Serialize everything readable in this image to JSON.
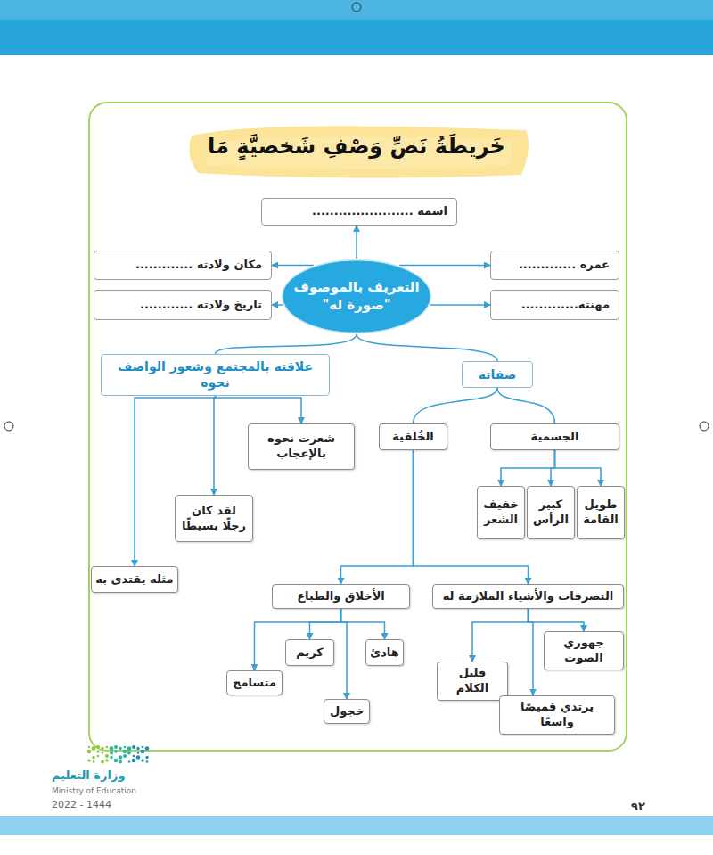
{
  "diagram": {
    "title": "خَريطَةُ نَصِّ وَصْفِ شَخصيَّةٍ مَا",
    "nodes": [
      {
        "text": [
          "التعريف بالموصوف",
          "\"صورة له\""
        ]
      },
      {
        "text": [
          "اسمه ......................."
        ]
      },
      {
        "text": [
          "عمره ............."
        ]
      },
      {
        "text": [
          "مهنته............."
        ]
      },
      {
        "text": [
          "مكان ولادته ............."
        ]
      },
      {
        "text": [
          "تاريخ ولادته ............"
        ]
      },
      {
        "text": [
          "صفاته"
        ]
      },
      {
        "text": [
          "علاقته بالمجتمع وشعور الواصف نحوه"
        ]
      },
      {
        "text": [
          "الجسمية"
        ]
      },
      {
        "text": [
          "الخُلقية"
        ]
      },
      {
        "text": [
          "طويل القامة"
        ]
      },
      {
        "text": [
          "كبير الرأس"
        ]
      },
      {
        "text": [
          "خفيف الشعر"
        ]
      },
      {
        "text": [
          "شعرت نحوه بالإعجاب"
        ]
      },
      {
        "text": [
          "لقد كان رجلًا بسيطًا"
        ]
      },
      {
        "text": [
          "مثله يقتدى به"
        ]
      },
      {
        "text": [
          "التصرفات والأشياء الملازمة له"
        ]
      },
      {
        "text": [
          "الأخلاق والطباع"
        ]
      },
      {
        "text": [
          "جهوري الصوت"
        ]
      },
      {
        "text": [
          "قليل الكلام"
        ]
      },
      {
        "text": [
          "يرتدي قميصًا واسعًا"
        ]
      },
      {
        "text": [
          "هادئ"
        ]
      },
      {
        "text": [
          "كريم"
        ]
      },
      {
        "text": [
          "خجول"
        ]
      },
      {
        "text": [
          "متسامح"
        ]
      }
    ],
    "edges": [
      {
        "from": 0,
        "to": 1,
        "arrow": "to"
      },
      {
        "from": 0,
        "to": 2,
        "arrow": "to"
      },
      {
        "from": 0,
        "to": 3,
        "arrow": "to"
      },
      {
        "from": 0,
        "to": 4,
        "arrow": "to"
      },
      {
        "from": 0,
        "to": 5,
        "arrow": "to"
      },
      {
        "from": 0,
        "to": 6,
        "arrow": "none"
      },
      {
        "from": 0,
        "to": 7,
        "arrow": "none"
      },
      {
        "from": 6,
        "to": 8,
        "arrow": "none"
      },
      {
        "from": 6,
        "to": 9,
        "arrow": "none"
      },
      {
        "from": 8,
        "to": 10,
        "arrow": "to"
      },
      {
        "from": 8,
        "to": 11,
        "arrow": "to"
      },
      {
        "from": 8,
        "to": 12,
        "arrow": "to"
      },
      {
        "from": 7,
        "to": 13,
        "arrow": "to"
      },
      {
        "from": 7,
        "to": 14,
        "arrow": "to"
      },
      {
        "from": 7,
        "to": 15,
        "arrow": "to"
      },
      {
        "from": 9,
        "to": 16,
        "arrow": "to"
      },
      {
        "from": 9,
        "to": 17,
        "arrow": "to"
      },
      {
        "from": 16,
        "to": 18,
        "arrow": "to"
      },
      {
        "from": 16,
        "to": 19,
        "arrow": "to"
      },
      {
        "from": 16,
        "to": 20,
        "arrow": "to"
      },
      {
        "from": 17,
        "to": 21,
        "arrow": "to"
      },
      {
        "from": 17,
        "to": 22,
        "arrow": "to"
      },
      {
        "from": 17,
        "to": 23,
        "arrow": "to"
      },
      {
        "from": 17,
        "to": 24,
        "arrow": "to"
      }
    ],
    "labels": [
      "وزارة التعليم",
      "Ministry of Education",
      "2022 - 1444",
      "٩٢"
    ]
  }
}
